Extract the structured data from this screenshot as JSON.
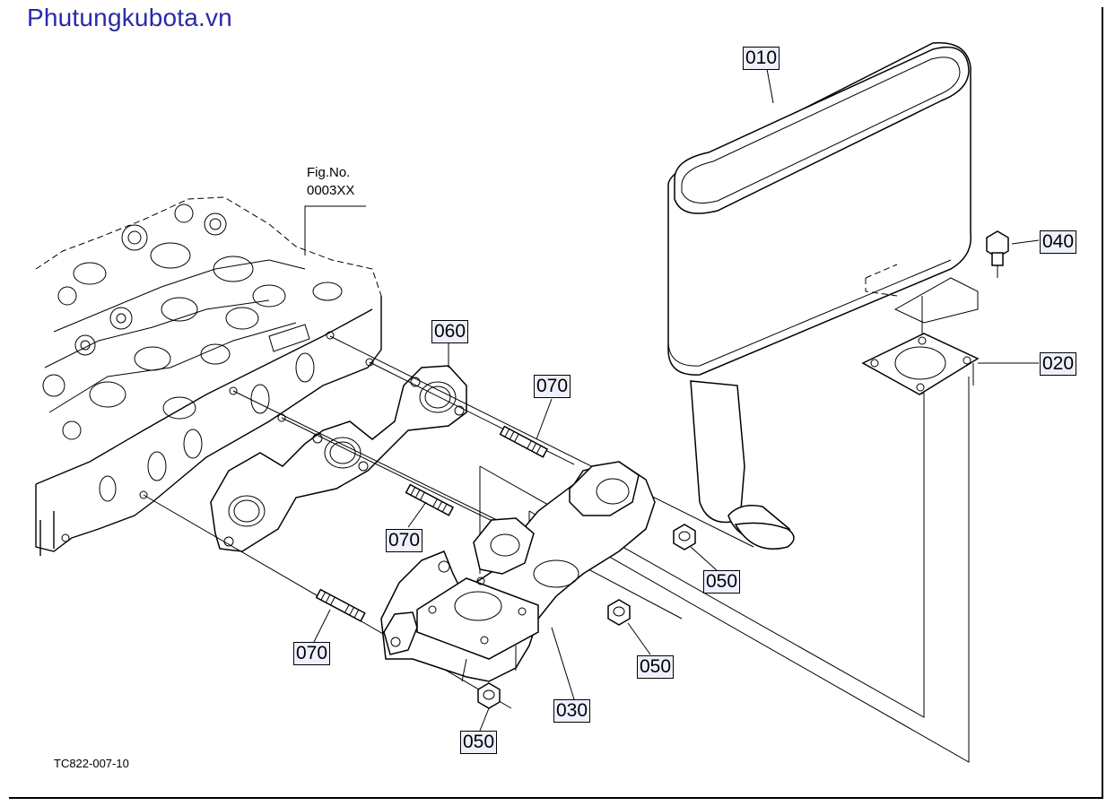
{
  "brand": {
    "text": "Phutungkubota.vn",
    "color": "#2a2aa8"
  },
  "figure_ref": {
    "line1": "Fig.No.",
    "line2": "0003XX"
  },
  "drawing_code": "TC822-007-10",
  "callouts": {
    "c010": "010",
    "c020": "020",
    "c030": "030",
    "c040": "040",
    "c050a": "050",
    "c050b": "050",
    "c050c": "050",
    "c060": "060",
    "c070a": "070",
    "c070b": "070",
    "c070c": "070"
  }
}
